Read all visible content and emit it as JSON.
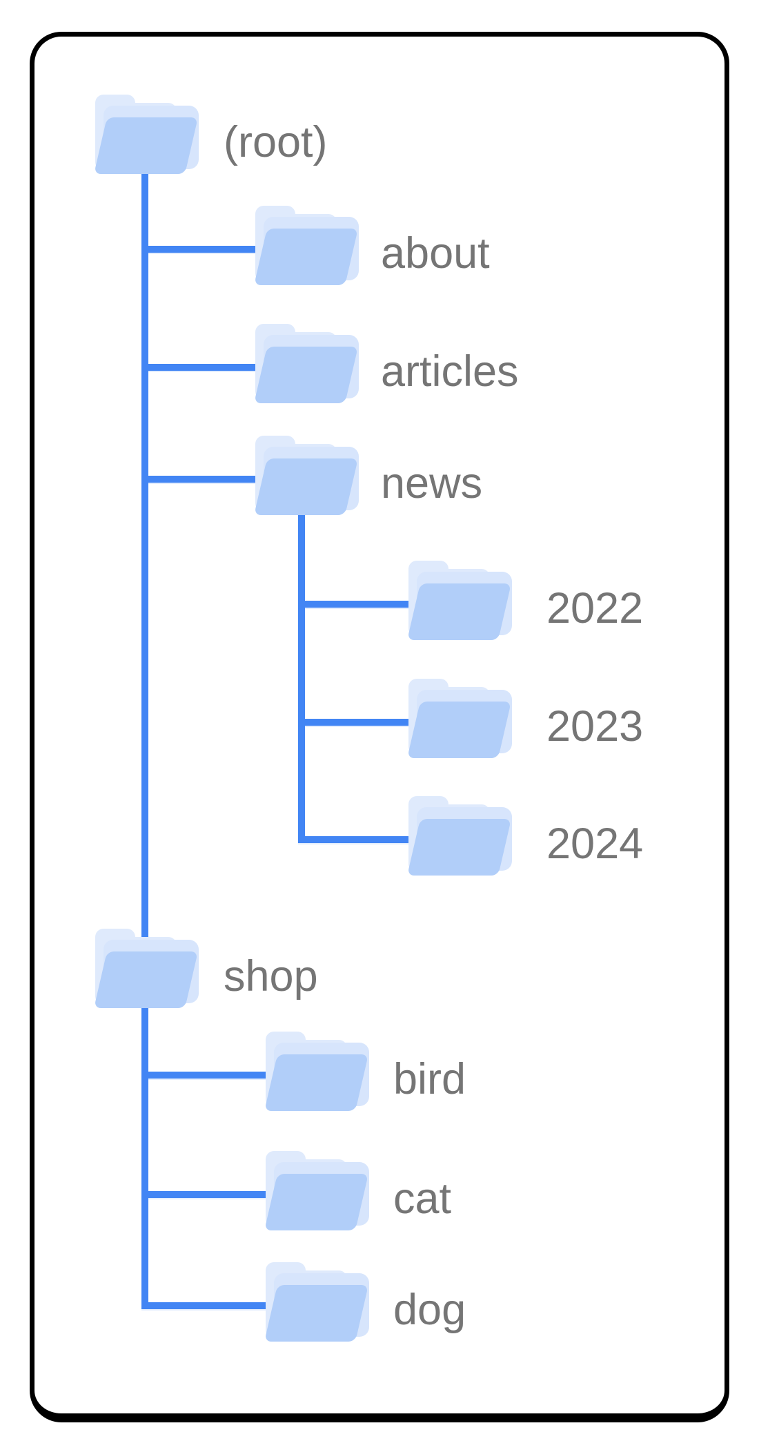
{
  "diagram": {
    "type": "site-structure-folder-tree",
    "labels": {
      "root": "(root)",
      "about": "about",
      "articles": "articles",
      "news": "news",
      "y2022": "2022",
      "y2023": "2023",
      "y2024": "2024",
      "shop": "shop",
      "bird": "bird",
      "cat": "cat",
      "dog": "dog"
    },
    "hierarchy": {
      "(root)": [
        "about",
        "articles",
        "news",
        "shop"
      ],
      "news": [
        "2022",
        "2023",
        "2024"
      ],
      "shop": [
        "bird",
        "cat",
        "dog"
      ]
    },
    "colors": {
      "connector": "#4285f4",
      "folder_front": "#b1cef9",
      "folder_mid": "#d7e5fc",
      "folder_back": "#dfeafc",
      "label_text": "#757575",
      "card_border": "#000000",
      "card_background": "#ffffff"
    }
  }
}
